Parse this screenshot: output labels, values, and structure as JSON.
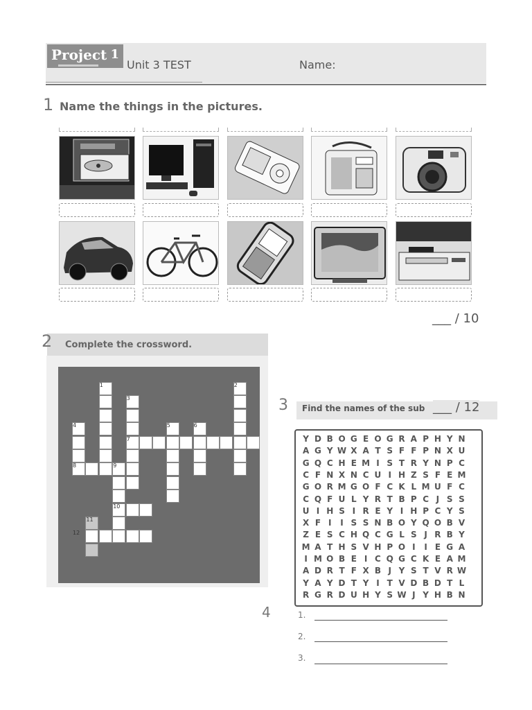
{
  "header": {
    "logo_text": "Project",
    "logo_number": "1",
    "title": "Unit 3 TEST",
    "name_label": "Name:"
  },
  "section1": {
    "number": "1",
    "title": "Name the things in the pictures.",
    "pictures": [
      "dvd-player-icon",
      "computer-icon",
      "mp3-player-icon",
      "radio-icon",
      "camera-icon",
      "car-icon",
      "bicycle-icon",
      "mobile-phone-icon",
      "television-icon",
      "video-recorder-icon"
    ],
    "score": "___ / 10"
  },
  "section2": {
    "number": "2",
    "title": "Complete the crossword.",
    "clue_numbers": [
      "1",
      "2",
      "3",
      "4",
      "5",
      "6",
      "7",
      "8",
      "9",
      "10",
      "11",
      "12"
    ]
  },
  "section3": {
    "number": "3",
    "title": "Find the names of the sub",
    "score": "___ / 12",
    "wordsearch": [
      "YDBOGEOGRAPHYN",
      "AGYWXATSFFPNXU",
      "GQCHEMISTRYNPC",
      "CFNXNCUIHZSFEM",
      "GORMGOFCKLMUFC",
      "CQFULYRTBPCJSS",
      "UIHSIREYIHPCYS",
      "XFIISSNBOYQOBV",
      "ZESCHQCGLSJRBY",
      "MATHSVHPOIIEGA",
      "IMOBEICQGCKEAM",
      "ADRTFXBJYSTVRW",
      "YAYDTYITVDBDTL",
      "RGRDUHYSWJYHBN"
    ]
  },
  "section4": {
    "number": "4",
    "answers": [
      "1.",
      "2.",
      "3."
    ]
  },
  "colors": {
    "header_band": "#e8e8e8",
    "crossword_bg": "#6c6c6c",
    "logo_bg": "#8e8e8e"
  }
}
